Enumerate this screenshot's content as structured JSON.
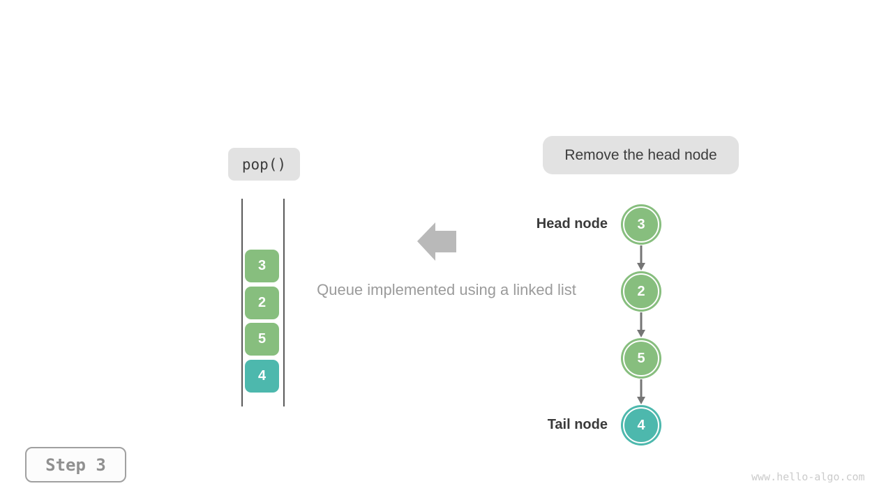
{
  "figure": {
    "operation_label": "pop()",
    "annotation": "Remove the head node",
    "caption": "Queue implemented using a linked list",
    "step_badge": "Step 3",
    "watermark": "www.hello-algo.com"
  },
  "queue_stack": {
    "items": [
      {
        "value": "3",
        "color": "#87be7e"
      },
      {
        "value": "2",
        "color": "#87be7e"
      },
      {
        "value": "5",
        "color": "#87be7e"
      },
      {
        "value": "4",
        "color": "#4db8ad"
      }
    ]
  },
  "linked_list": {
    "head_label": "Head node",
    "tail_label": "Tail node",
    "nodes": [
      {
        "value": "3",
        "color": "#87be7e"
      },
      {
        "value": "2",
        "color": "#87be7e"
      },
      {
        "value": "5",
        "color": "#87be7e"
      },
      {
        "value": "4",
        "color": "#4db8ad"
      }
    ]
  },
  "colors": {
    "node_green": "#87be7e",
    "node_teal": "#4db8ad",
    "badge_background": "#e2e2e2",
    "dark_text": "#3c3c3c",
    "caption_gray": "#9b9b9b",
    "block_arrow_gray": "#b9b9b9",
    "connector_gray": "#757575",
    "rail_gray": "#5a5a5a",
    "step_text_gray": "#909090",
    "watermark_gray": "#cbcbcb"
  }
}
